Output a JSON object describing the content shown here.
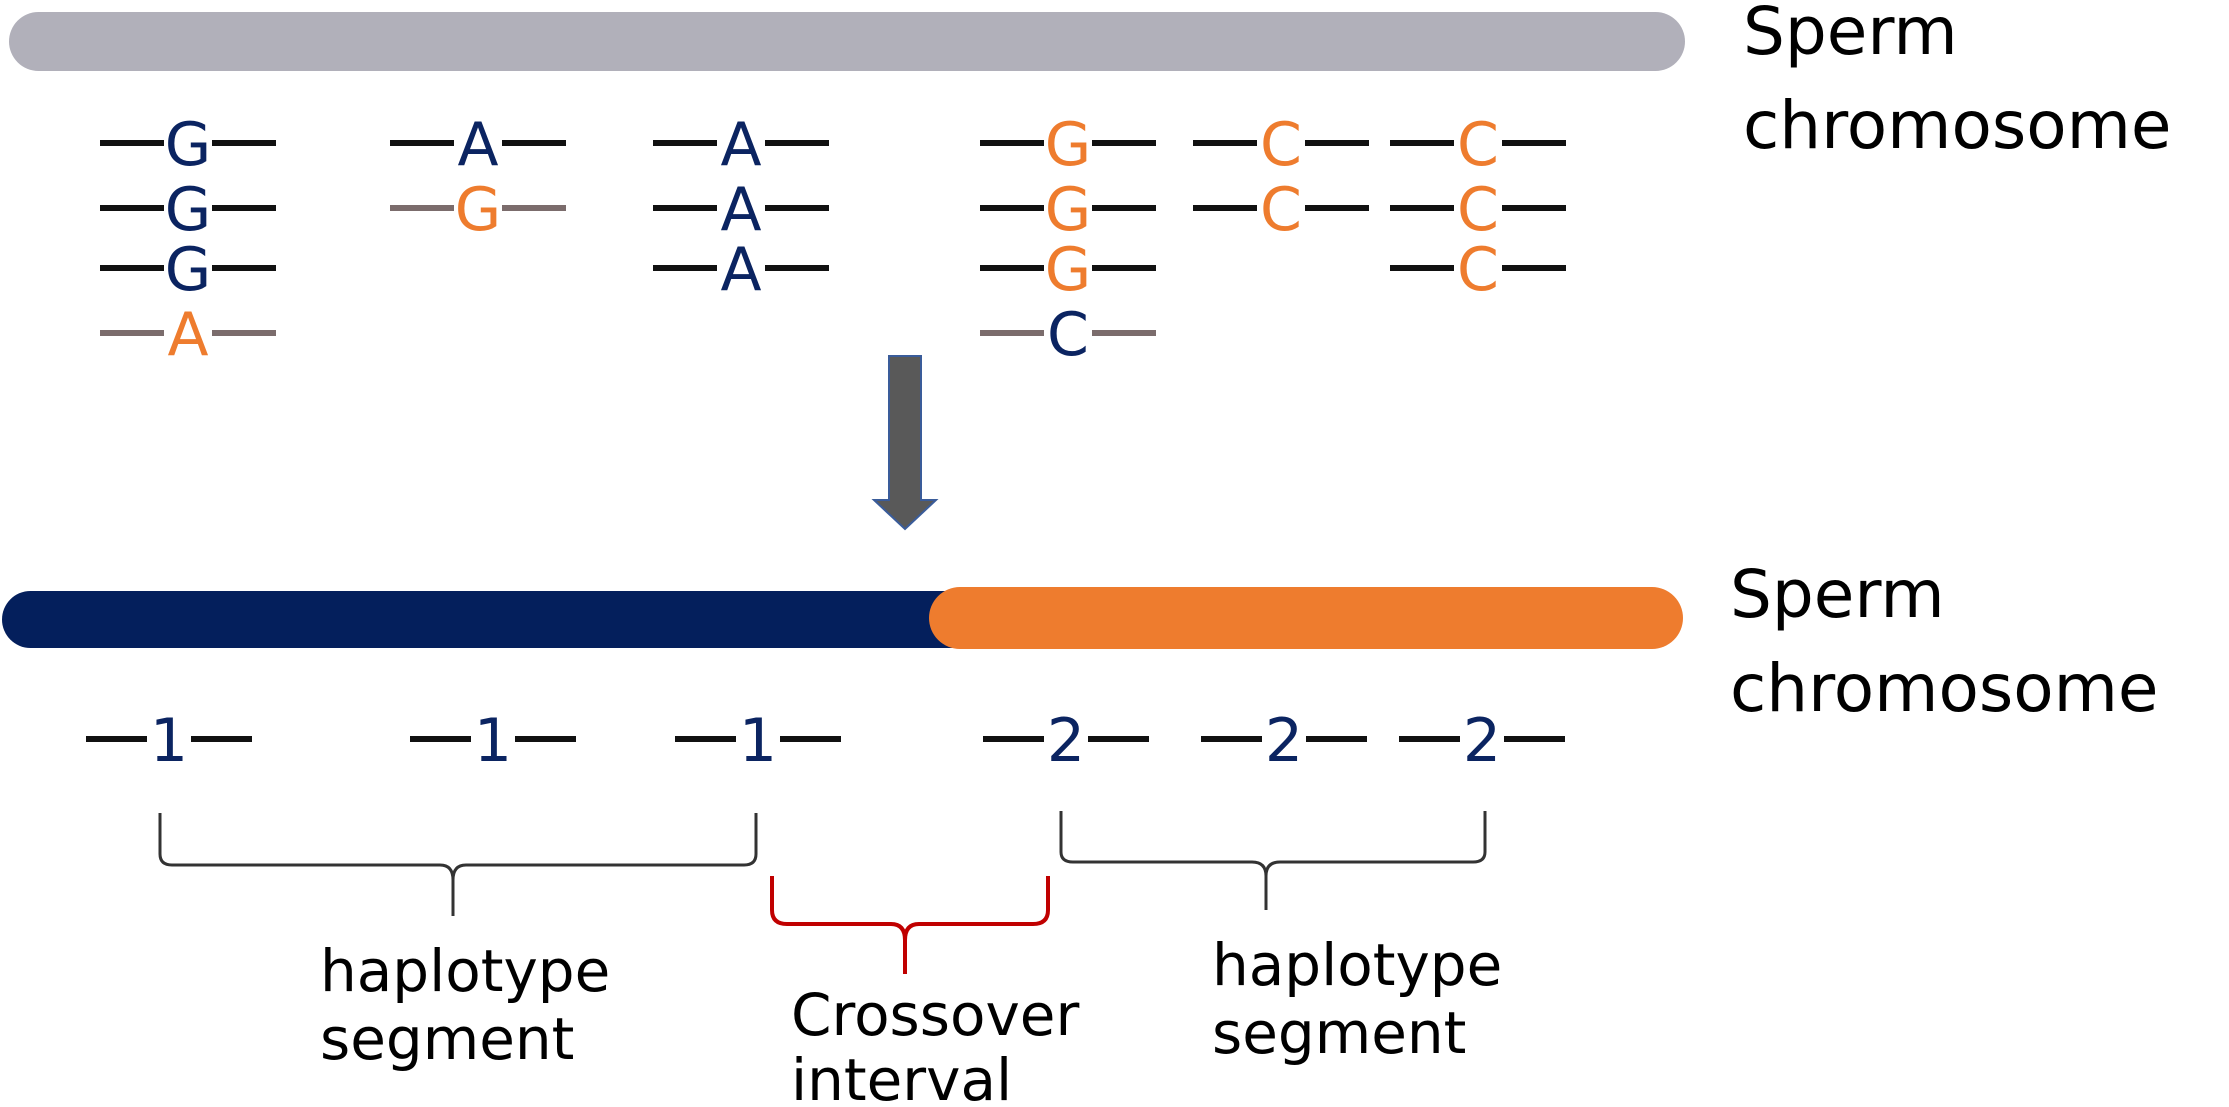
{
  "labels": {
    "top_chromosome": [
      "Sperm",
      "chromosome"
    ],
    "bottom_chromosome": [
      "Sperm",
      "chromosome"
    ],
    "haplotype_left": [
      "haplotype",
      "segment"
    ],
    "crossover": [
      "Crossover",
      "interval"
    ],
    "haplotype_right": [
      "haplotype",
      "segment"
    ]
  },
  "colors": {
    "navy": "#0b2461",
    "orange": "#ee7c2e",
    "gray_chromosome": "#b1b0ba",
    "chromosome_blue": "#041f5c",
    "line_black": "#111111",
    "line_gray": "#7b6c6c",
    "bracket_black": "#333333",
    "bracket_red": "#c00000",
    "arrow": "#595959"
  },
  "snp_columns": [
    {
      "alleles": [
        {
          "base": "G",
          "color": "navy",
          "line": "black"
        },
        {
          "base": "G",
          "color": "navy",
          "line": "black"
        },
        {
          "base": "G",
          "color": "navy",
          "line": "black"
        },
        {
          "base": "A",
          "color": "orange",
          "line": "gray"
        }
      ]
    },
    {
      "alleles": [
        {
          "base": "A",
          "color": "navy",
          "line": "black"
        },
        {
          "base": "G",
          "color": "orange",
          "line": "gray"
        }
      ]
    },
    {
      "alleles": [
        {
          "base": "A",
          "color": "navy",
          "line": "black"
        },
        {
          "base": "A",
          "color": "navy",
          "line": "black"
        },
        {
          "base": "A",
          "color": "navy",
          "line": "black"
        }
      ]
    },
    {
      "alleles": [
        {
          "base": "G",
          "color": "orange",
          "line": "black"
        },
        {
          "base": "G",
          "color": "orange",
          "line": "black"
        },
        {
          "base": "G",
          "color": "orange",
          "line": "black"
        },
        {
          "base": "C",
          "color": "navy",
          "line": "gray"
        }
      ]
    },
    {
      "alleles": [
        {
          "base": "C",
          "color": "orange",
          "line": "black"
        },
        {
          "base": "C",
          "color": "orange",
          "line": "black"
        }
      ]
    },
    {
      "alleles": [
        {
          "base": "C",
          "color": "orange",
          "line": "black"
        },
        {
          "base": "C",
          "color": "orange",
          "line": "black"
        },
        {
          "base": "C",
          "color": "orange",
          "line": "black"
        }
      ]
    }
  ],
  "haplotype_calls": [
    "1",
    "1",
    "1",
    "2",
    "2",
    "2"
  ]
}
